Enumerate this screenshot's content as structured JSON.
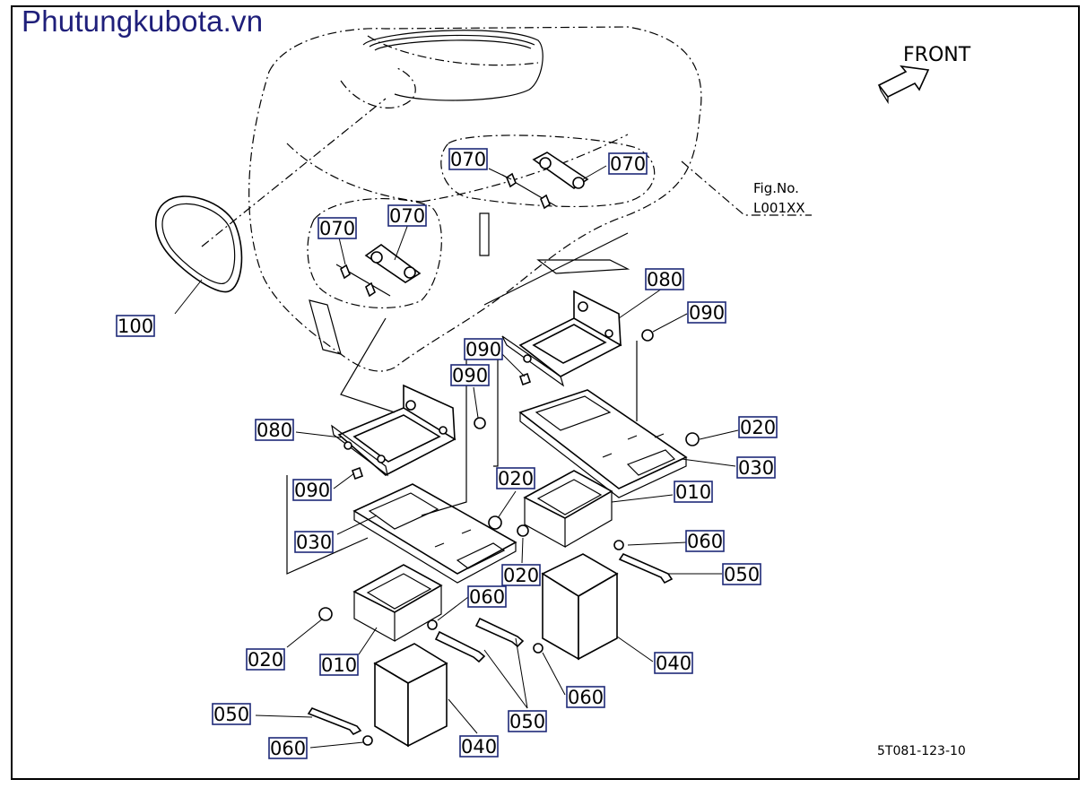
{
  "watermark": "Phutungkubota.vn",
  "direction": {
    "label": "FRONT"
  },
  "figure_ref": {
    "line1": "Fig.No.",
    "line2": "L001XX"
  },
  "drawing_code": "5T081-123-10",
  "callouts": [
    "070",
    "070",
    "070",
    "070",
    "100",
    "080",
    "090",
    "090",
    "090",
    "080",
    "090",
    "020",
    "030",
    "020",
    "010",
    "030",
    "020",
    "060",
    "050",
    "060",
    "040",
    "060",
    "020",
    "010",
    "050",
    "050",
    "040",
    "060"
  ]
}
